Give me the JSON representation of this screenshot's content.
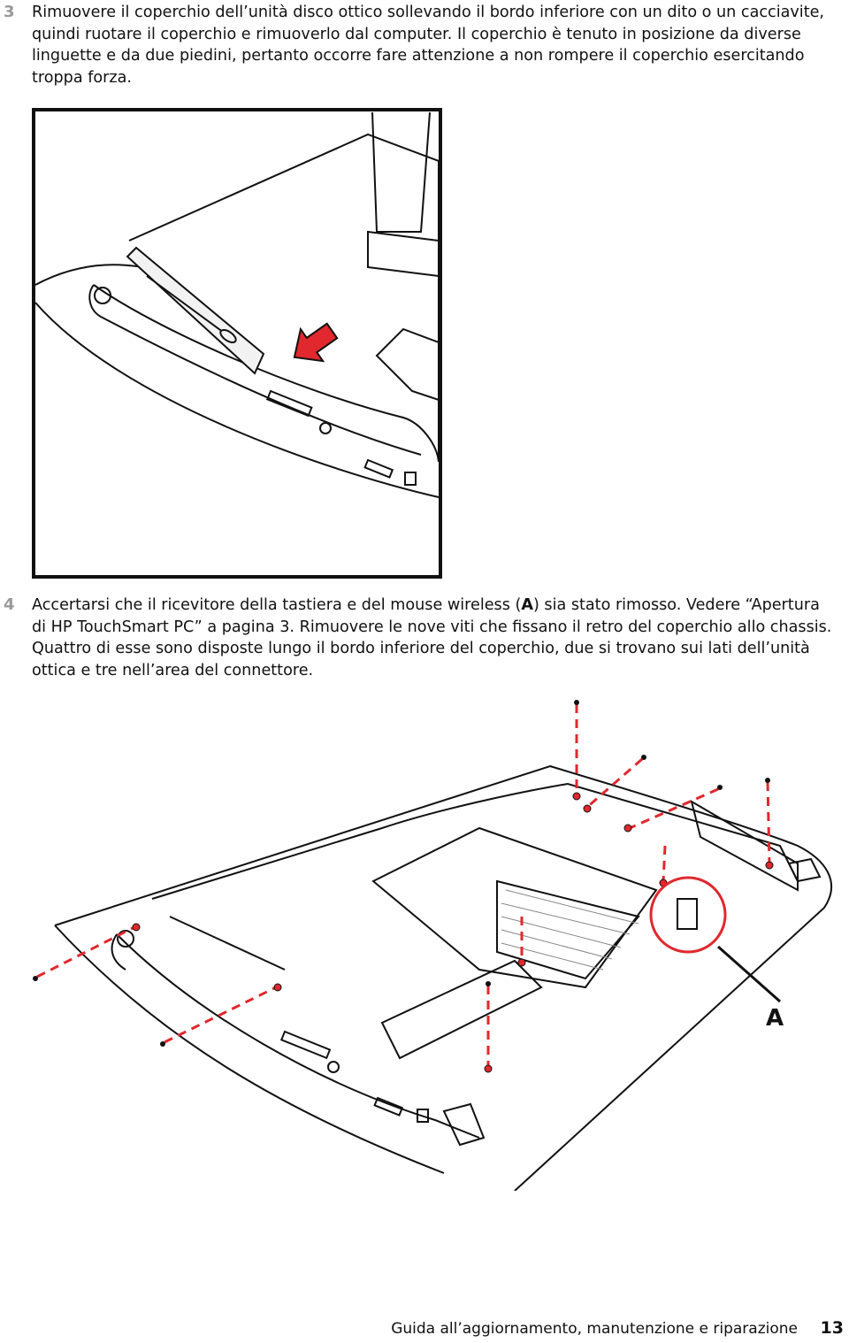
{
  "steps": [
    {
      "number": "3",
      "text": "Rimuovere il coperchio dell’unità disco ottico sollevando il bordo inferiore con un dito o un cacciavite, quindi ruotare il coperchio e rimuoverlo dal computer. Il coperchio è tenuto in posizione da diverse linguette e da due piedini, pertanto occorre fare attenzione a non rompere il coperchio esercitando troppa forza."
    },
    {
      "number": "4",
      "text_before": "Accertarsi che il ricevitore della tastiera e del mouse wireless (",
      "callout": "A",
      "text_after": ") sia stato rimosso. Vedere “Apertura di HP TouchSmart PC” a pagina 3. Rimuovere le nove viti che fissano il retro del coperchio allo chassis. Quattro di esse sono disposte lungo il bordo inferiore del coperchio, due si trovano sui lati dell’unità ottica e tre nell’area del connettore."
    }
  ],
  "illustration2": {
    "callout_label": "A"
  },
  "footer": {
    "title": "Guida all’aggiornamento, manutenzione e riparazione",
    "page_number": "13"
  },
  "colors": {
    "accent_red": "#e0282e",
    "step_number_gray": "#9a9a9a"
  },
  "icons": [
    "red-arrow-icon",
    "screw-icon",
    "callout-circle-icon"
  ]
}
